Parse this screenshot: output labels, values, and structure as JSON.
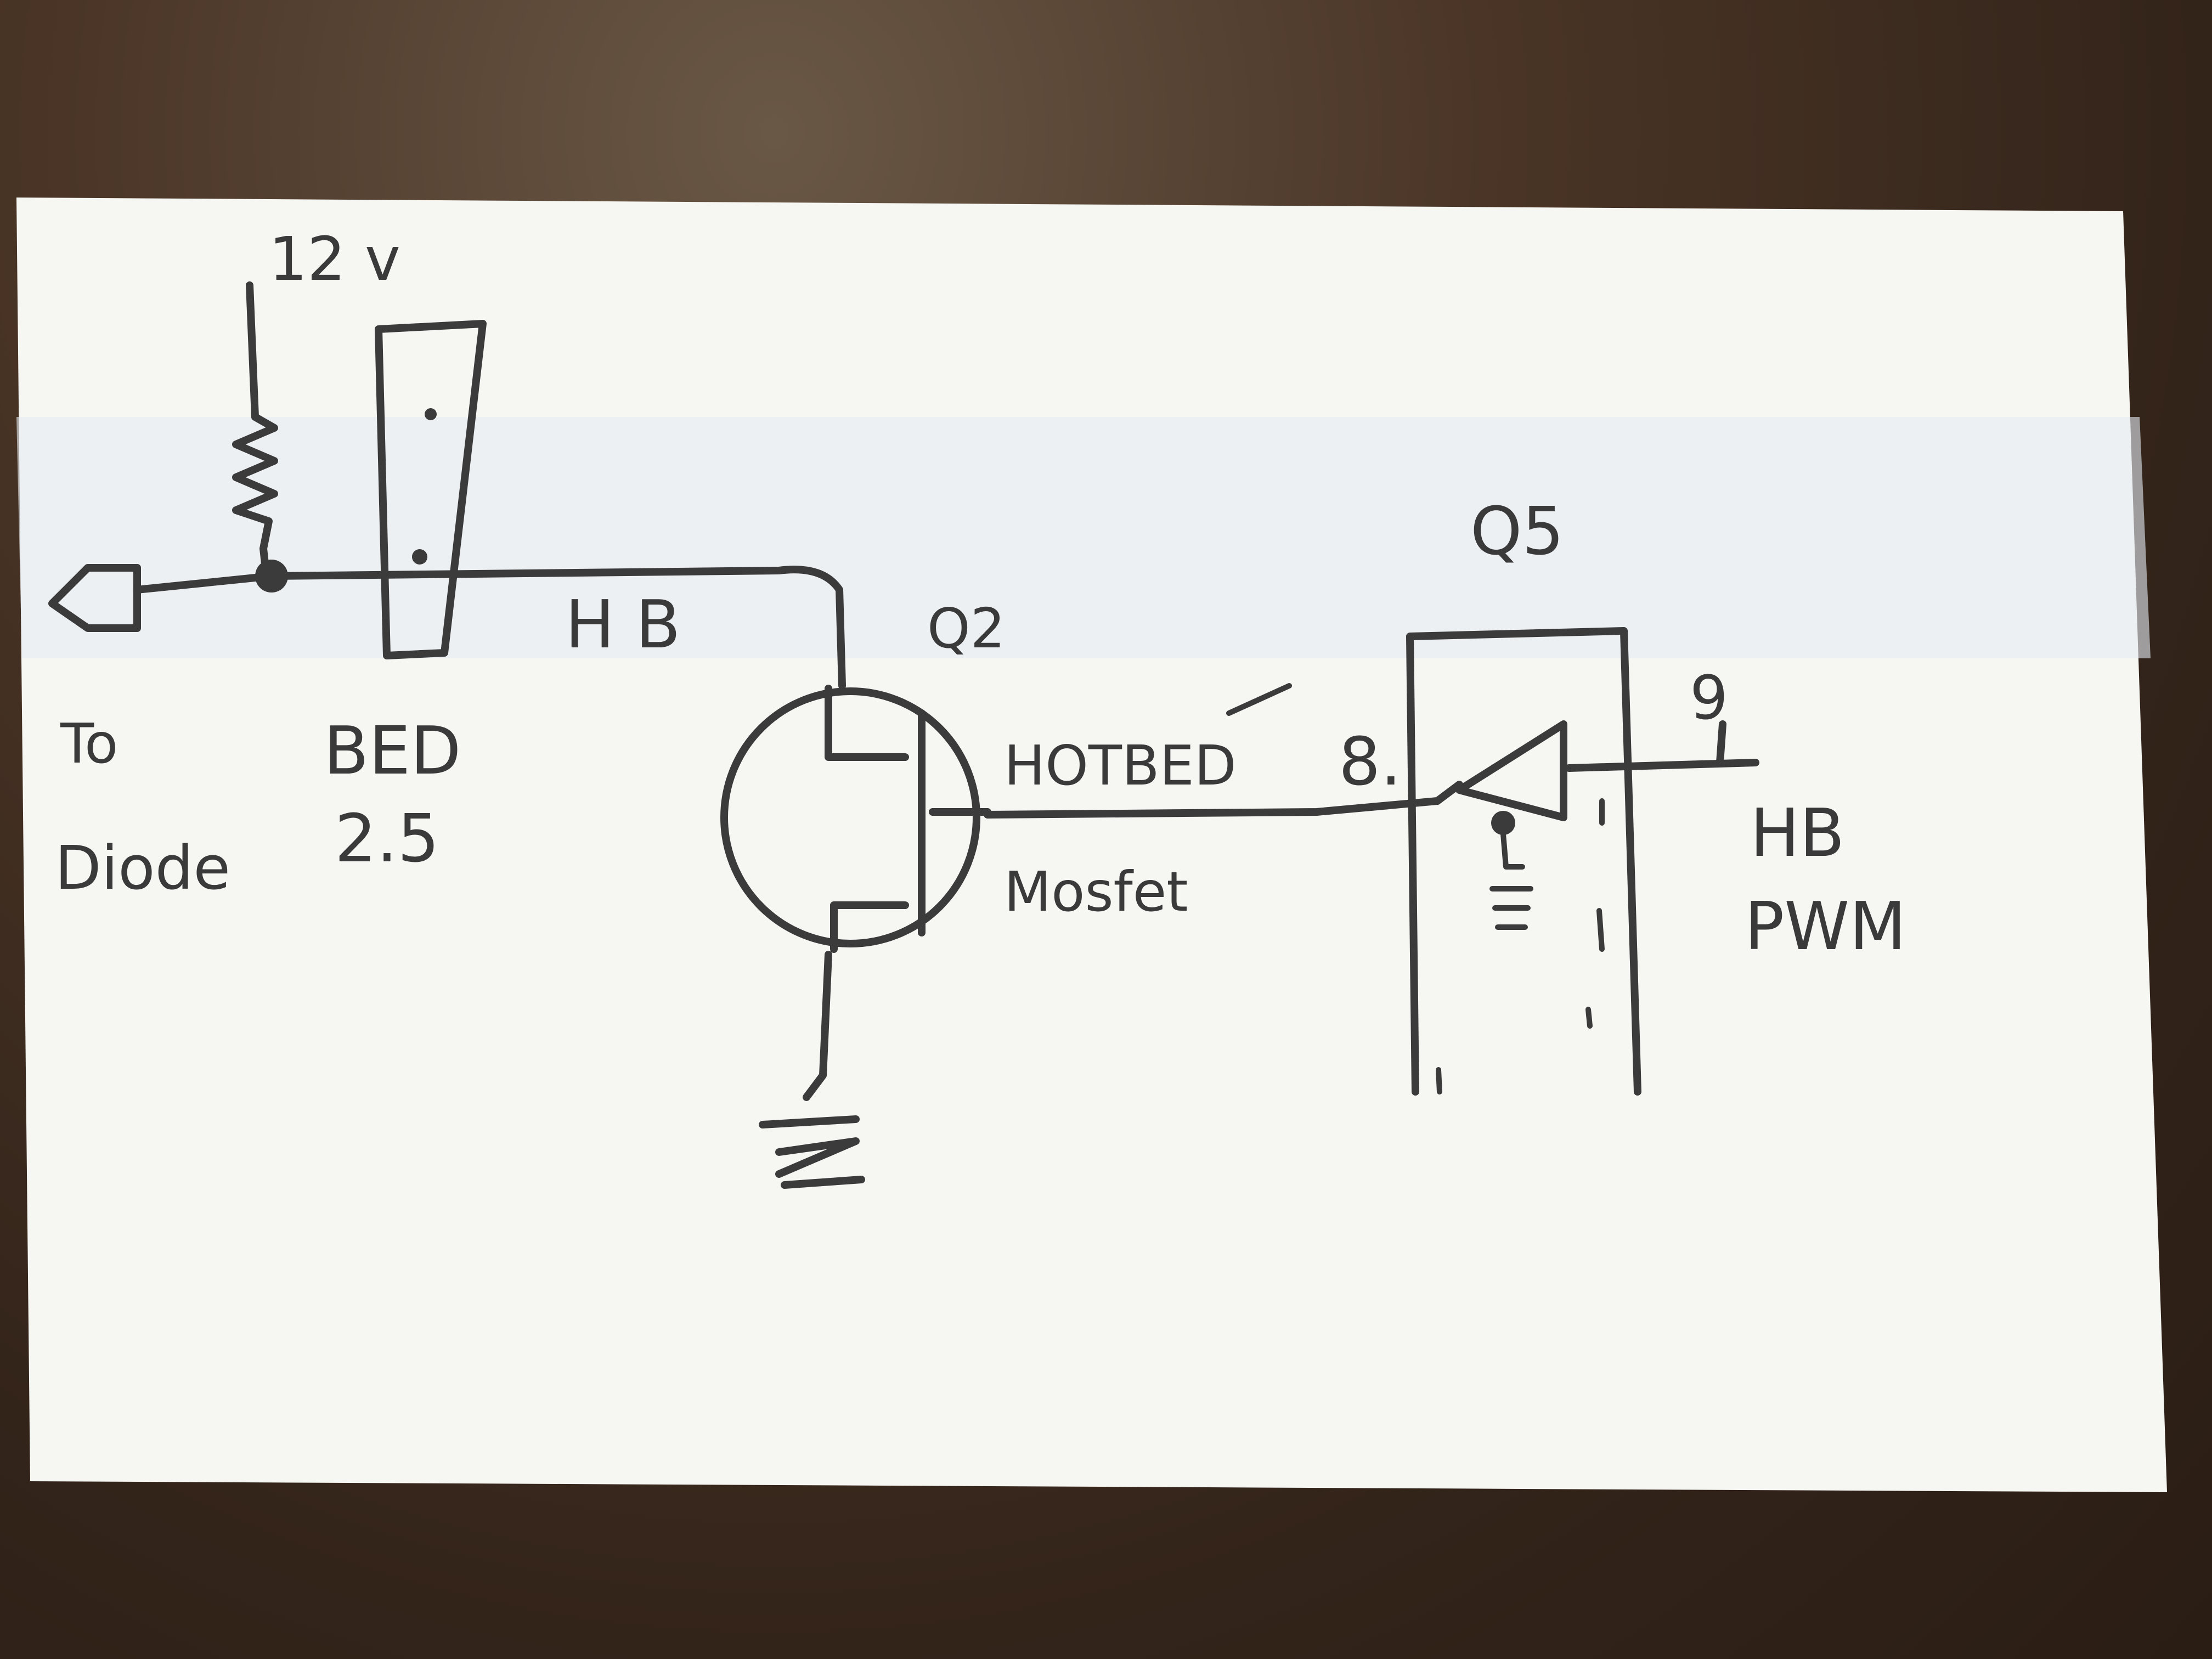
{
  "labels": {
    "supply": "12 v",
    "net_hb_top": "H B",
    "q2": "Q2",
    "q5": "Q5",
    "to": "To",
    "diode": "Diode",
    "bed": "BED",
    "bed_value": "2.5",
    "hotbed": "HOTBED",
    "mosfet": "Mosfet",
    "pin_8": "8.",
    "pin_9": "9",
    "hb": "HB",
    "pwm": "PWM"
  },
  "colors": {
    "paper": "#f6f6f3",
    "pencil": "#3b3b3b",
    "table": "#3a2a1e"
  }
}
